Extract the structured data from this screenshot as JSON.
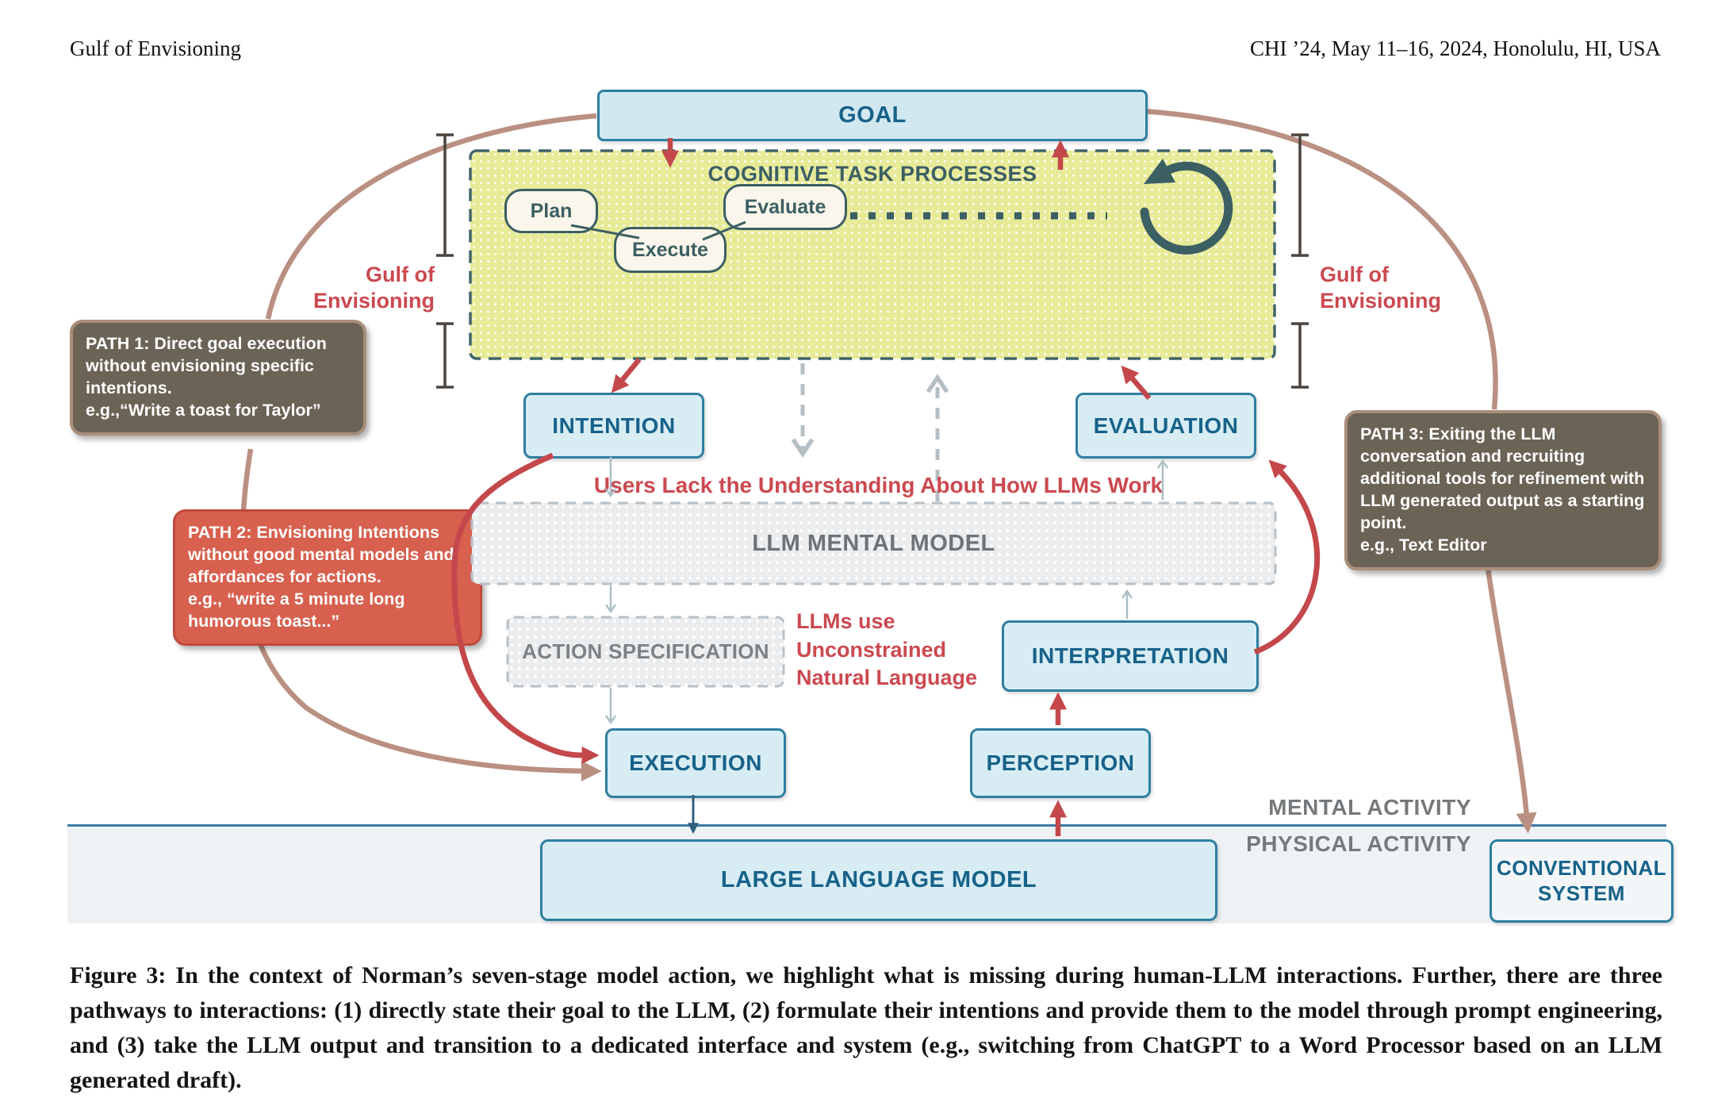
{
  "header": {
    "left": "Gulf of Envisioning",
    "right": "CHI ’24, May 11–16, 2024, Honolulu, HI, USA"
  },
  "diagram": {
    "goal": "GOAL",
    "cognitive": {
      "title": "COGNITIVE TASK PROCESSES",
      "plan": "Plan",
      "execute": "Execute",
      "evaluate": "Evaluate"
    },
    "gulf_left": "Gulf of\nEnvisioning",
    "gulf_right": "Gulf of\nEnvisioning",
    "intention": "INTENTION",
    "evaluation": "EVALUATION",
    "users_lack": "Users Lack the Understanding About How LLMs Work",
    "llm_mental_model": "LLM MENTAL MODEL",
    "action_specification": "ACTION SPECIFICATION",
    "llms_use": "LLMs use\nUnconstrained\nNatural Language",
    "interpretation": "INTERPRETATION",
    "execution": "EXECUTION",
    "perception": "PERCEPTION",
    "mental_activity": "MENTAL ACTIVITY",
    "physical_activity": "PHYSICAL ACTIVITY",
    "large_language_model": "LARGE LANGUAGE MODEL",
    "conventional_system": "CONVENTIONAL SYSTEM",
    "path1": "PATH 1: Direct goal execution without envisioning specific intentions.\ne.g.,“Write a toast for Taylor”",
    "path2": "PATH 2: Envisioning Intentions without good mental models and affordances for actions.\ne.g., “write a 5 minute long humorous toast...”",
    "path3": "PATH 3: Exiting the LLM conversation and recruiting additional tools for refinement with LLM generated output as a starting point.\ne.g., Text Editor",
    "colors": {
      "box-blue": "#d8edf3",
      "goal-blue": "#d2e8f0",
      "box-blue-border": "#2e7ea1",
      "box-text": "#17628a",
      "yellow": "#e7ea97",
      "teal": "#3b5f62",
      "cream": "#faf6eb",
      "red": "#c4484b",
      "red-text": "#cb4950",
      "taupe": "#6b6355",
      "taupe-border": "#a98e7a",
      "path2-bg": "#d7604e",
      "path2-border": "#c04a3c",
      "brown": "#ba9082",
      "gray-box-border": "#b8c0c7",
      "gray-text": "#6d7478",
      "gray-text2": "#7c8184",
      "gray-dash": "#b5bfc3",
      "thin-gray": "#a9bec4",
      "blue-arrow": "#31607e",
      "muted": "#75797c",
      "divider": "#3c7aa4",
      "band": "#eef2f5",
      "bracket": "#4b443f"
    }
  },
  "caption": "Figure 3: In the context of Norman’s seven-stage model action, we highlight what is missing during human-LLM interactions. Further, there are three pathways to interactions: (1) directly state their goal to the LLM, (2) formulate their intentions and provide them to the model through prompt engineering, and (3) take the LLM output and transition to a dedicated interface and system (e.g., switching from ChatGPT to a Word Processor based on an LLM generated draft)."
}
